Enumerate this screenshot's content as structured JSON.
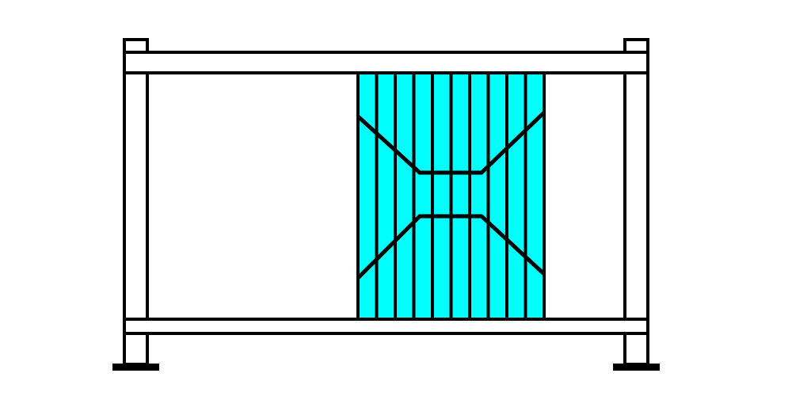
{
  "diagram": {
    "colors": {
      "background": "#ffffff",
      "stroke": "#000000",
      "frame_fill": "#ffffff",
      "panel_fill": "#00ffff",
      "foot_fill": "#000000"
    },
    "parts": [
      "left-post",
      "right-post",
      "top-rail",
      "bottom-rail",
      "infill-panel",
      "vertical-balusters",
      "decorative-bars",
      "foot-plates"
    ],
    "baluster_count": 9
  }
}
